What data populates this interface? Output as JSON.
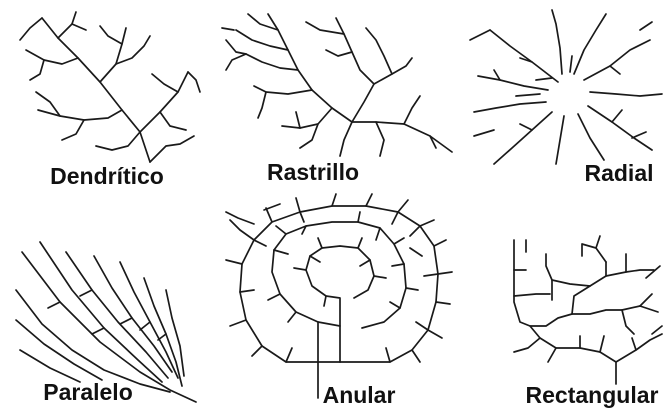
{
  "labels": {
    "dendritico": "Dendrítico",
    "rastrillo": "Rastrillo",
    "radial": "Radial",
    "paralelo": "Paralelo",
    "anular": "Anular",
    "rectangular": "Rectangular"
  }
}
